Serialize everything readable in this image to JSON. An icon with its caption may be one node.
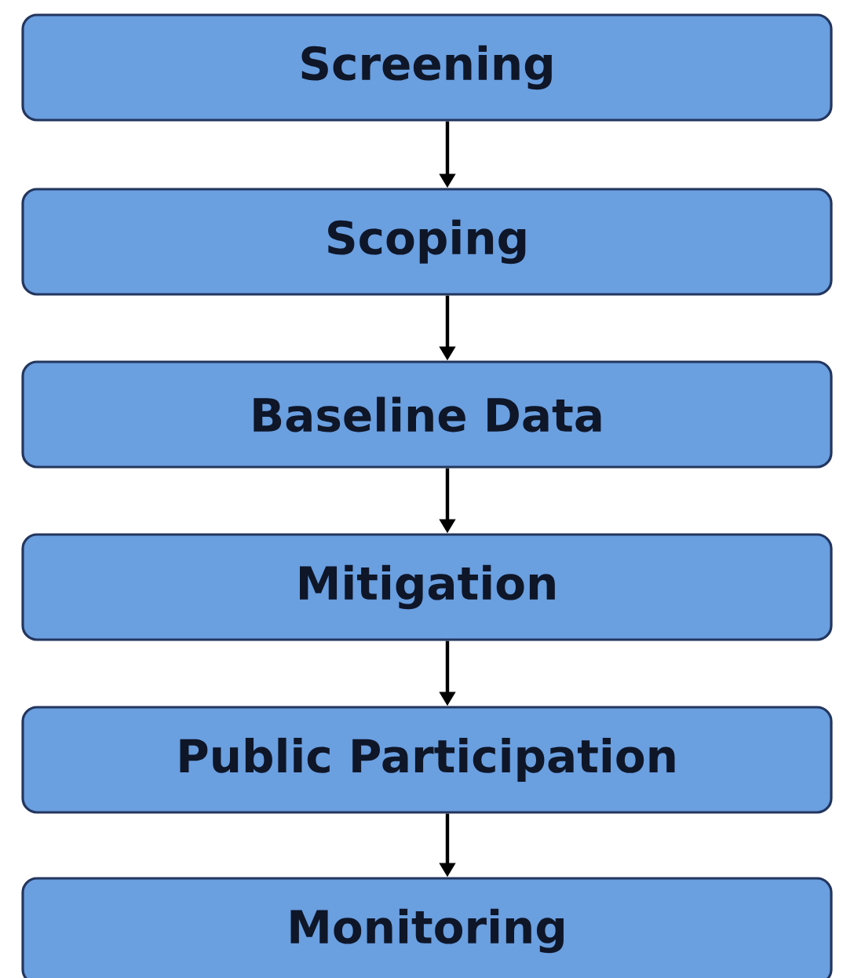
{
  "diagram": {
    "nodes": [
      {
        "text": [
          "Screening"
        ]
      },
      {
        "text": [
          "Scoping"
        ]
      },
      {
        "text": [
          "Baseline Data"
        ]
      },
      {
        "text": [
          "Mitigation"
        ]
      },
      {
        "text": [
          "Public Participation"
        ]
      },
      {
        "text": [
          "Monitoring"
        ]
      }
    ],
    "edges": [
      {
        "from": 0,
        "to": 1,
        "arrow": "to"
      },
      {
        "from": 1,
        "to": 2,
        "arrow": "to"
      },
      {
        "from": 2,
        "to": 3,
        "arrow": "to"
      },
      {
        "from": 3,
        "to": 4,
        "arrow": "to"
      },
      {
        "from": 4,
        "to": 5,
        "arrow": "to"
      }
    ]
  }
}
